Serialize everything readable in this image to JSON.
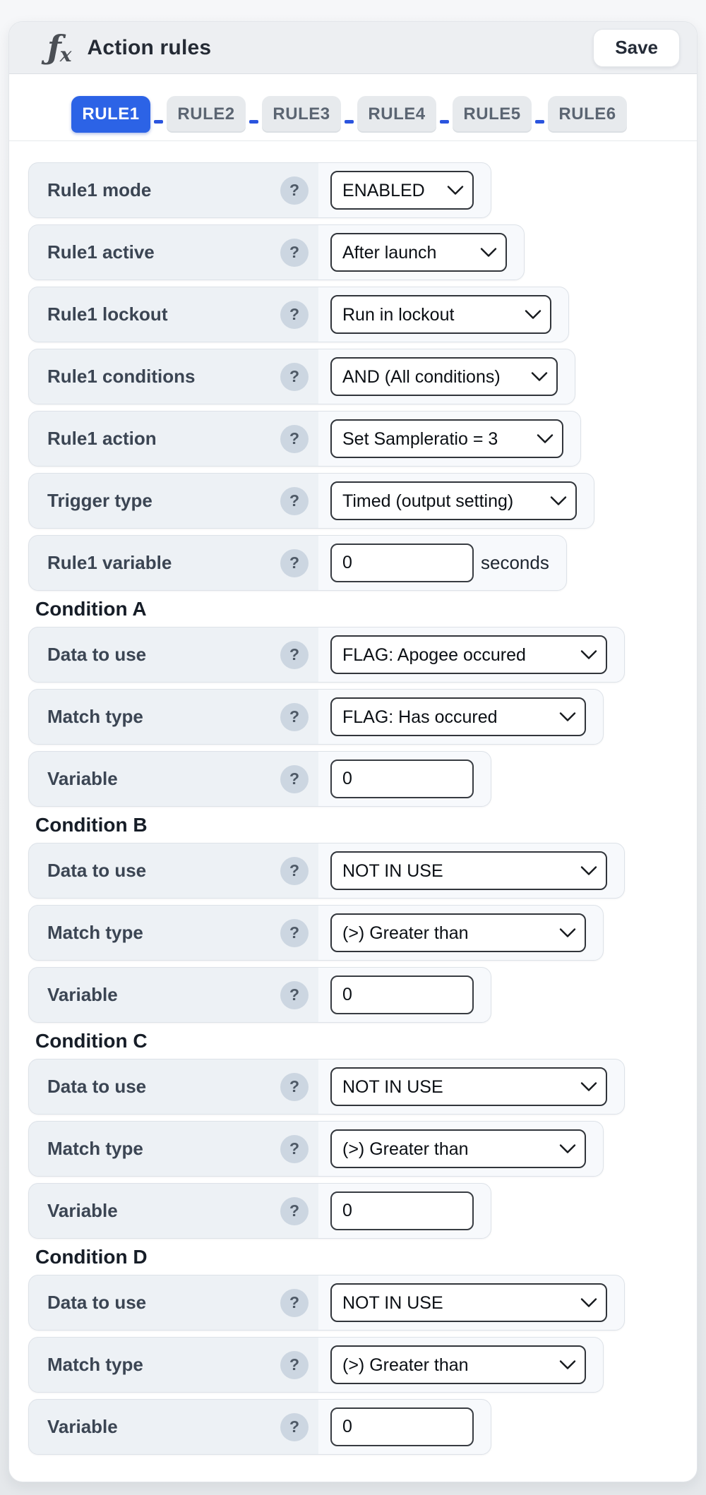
{
  "app": {
    "icon": "fx-function-icon",
    "icon_glyph_f": "ƒ",
    "icon_glyph_x": "x",
    "title": "Action rules",
    "save_label": "Save"
  },
  "tabs": {
    "items": [
      {
        "label": "RULE1",
        "active": true
      },
      {
        "label": "RULE2",
        "active": false
      },
      {
        "label": "RULE3",
        "active": false
      },
      {
        "label": "RULE4",
        "active": false
      },
      {
        "label": "RULE5",
        "active": false
      },
      {
        "label": "RULE6",
        "active": false
      }
    ]
  },
  "help_symbol": "?",
  "colors": {
    "active_tab": "#2c63e6",
    "tab_dash": "#2a54de",
    "header_bg": "#edeff2",
    "row_label_bg": "#edf1f5",
    "row_control_bg": "#f7f9fc",
    "badge_bg": "#ccd6e1",
    "control_border": "#31353b"
  },
  "sections": [
    {
      "heading": null,
      "rows": [
        {
          "id": "rule1-mode",
          "label": "Rule1 mode",
          "control": {
            "type": "select",
            "value": "ENABLED"
          }
        },
        {
          "id": "rule1-active",
          "label": "Rule1 active",
          "control": {
            "type": "select",
            "value": "After launch"
          }
        },
        {
          "id": "rule1-lockout",
          "label": "Rule1 lockout",
          "control": {
            "type": "select",
            "value": "Run in lockout"
          }
        },
        {
          "id": "rule1-conditions",
          "label": "Rule1 conditions",
          "control": {
            "type": "select",
            "value": "AND (All conditions)"
          }
        },
        {
          "id": "rule1-action",
          "label": "Rule1 action",
          "control": {
            "type": "select",
            "value": "Set Sampleratio = 3"
          }
        },
        {
          "id": "trigger-type",
          "label": "Trigger type",
          "control": {
            "type": "select",
            "value": "Timed (output setting)"
          }
        },
        {
          "id": "rule1-variable",
          "label": "Rule1 variable",
          "control": {
            "type": "input",
            "value": "0",
            "suffix": "seconds"
          }
        }
      ]
    },
    {
      "heading": "Condition A",
      "rows": [
        {
          "id": "cond-data",
          "label": "Data to use",
          "control": {
            "type": "select",
            "value": "FLAG: Apogee occured"
          }
        },
        {
          "id": "cond-match",
          "label": "Match type",
          "control": {
            "type": "select",
            "value": "FLAG: Has occured"
          }
        },
        {
          "id": "cond-variable",
          "label": "Variable",
          "control": {
            "type": "input",
            "value": "0"
          }
        }
      ]
    },
    {
      "heading": "Condition B",
      "rows": [
        {
          "id": "cond-data",
          "label": "Data to use",
          "control": {
            "type": "select",
            "value": "NOT IN USE"
          }
        },
        {
          "id": "cond-match",
          "label": "Match type",
          "control": {
            "type": "select",
            "value": "(>) Greater than"
          }
        },
        {
          "id": "cond-variable",
          "label": "Variable",
          "control": {
            "type": "input",
            "value": "0"
          }
        }
      ]
    },
    {
      "heading": "Condition C",
      "rows": [
        {
          "id": "cond-data",
          "label": "Data to use",
          "control": {
            "type": "select",
            "value": "NOT IN USE"
          }
        },
        {
          "id": "cond-match",
          "label": "Match type",
          "control": {
            "type": "select",
            "value": "(>) Greater than"
          }
        },
        {
          "id": "cond-variable",
          "label": "Variable",
          "control": {
            "type": "input",
            "value": "0"
          }
        }
      ]
    },
    {
      "heading": "Condition D",
      "rows": [
        {
          "id": "cond-data",
          "label": "Data to use",
          "control": {
            "type": "select",
            "value": "NOT IN USE"
          }
        },
        {
          "id": "cond-match",
          "label": "Match type",
          "control": {
            "type": "select",
            "value": "(>) Greater than"
          }
        },
        {
          "id": "cond-variable",
          "label": "Variable",
          "control": {
            "type": "input",
            "value": "0"
          }
        }
      ]
    }
  ]
}
